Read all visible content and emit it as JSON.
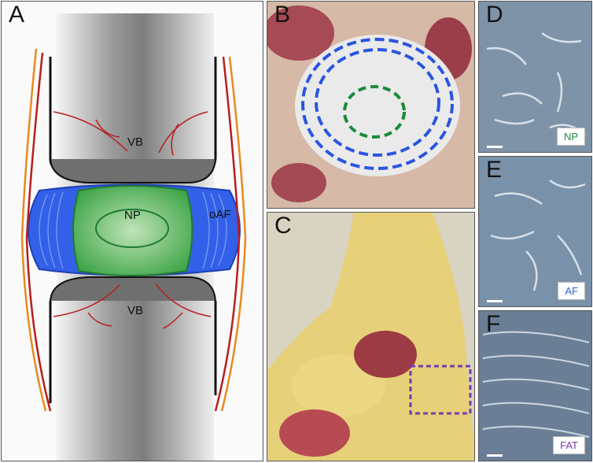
{
  "panels": {
    "a": {
      "letter": "A",
      "labels": {
        "vb_top": "VB",
        "np": "NP",
        "oaf": "oAF",
        "vb_bottom": "VB"
      }
    },
    "b": {
      "letter": "B"
    },
    "c": {
      "letter": "C"
    },
    "d": {
      "letter": "D",
      "badge": "NP",
      "badge_color": "#1a8a3a"
    },
    "e": {
      "letter": "E",
      "badge": "AF",
      "badge_color": "#2a5fd6"
    },
    "f": {
      "letter": "F",
      "badge": "FAT",
      "badge_color": "#7a3aa8"
    }
  },
  "colors": {
    "np": "#3daa4a",
    "annulus": "#2e5fe6",
    "vessel": "#b81e1e",
    "nerve": "#e98a1e",
    "bone": "#8d8d8d"
  }
}
